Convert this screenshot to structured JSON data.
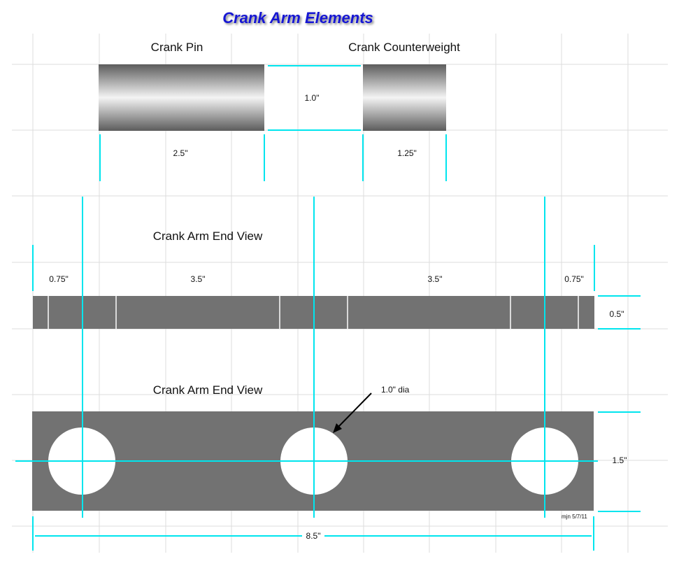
{
  "title": "Crank Arm Elements",
  "labels": {
    "crank_pin": "Crank Pin",
    "crank_counterweight": "Crank Counterweight",
    "end_view_top": "Crank Arm End View",
    "end_view_bottom": "Crank Arm End View"
  },
  "dimensions": {
    "pin_diameter": "1.0\"",
    "pin_length": "2.5\"",
    "counterweight_length": "1.25\"",
    "end_margin_left": "0.75\"",
    "span_left": "3.5\"",
    "span_right": "3.5\"",
    "end_margin_right": "0.75\"",
    "arm_thickness": "0.5\"",
    "hole_diameter": "1.0\" dia",
    "arm_width": "1.5\"",
    "arm_length": "8.5\""
  },
  "signature": "mjn 5/7/11",
  "colors": {
    "title": "#1414d2",
    "dimension_line": "#00e5ee",
    "part_fill": "#727272",
    "grid": "#dcdcdc"
  }
}
